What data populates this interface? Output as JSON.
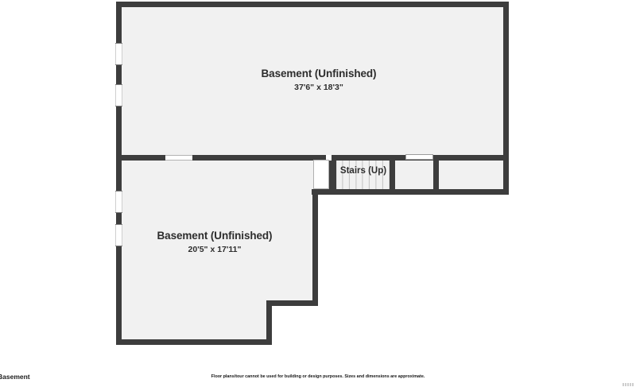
{
  "floorplan": {
    "rooms": [
      {
        "name": "Basement (Unfinished)",
        "dimensions": "37'6\" x 18'3\""
      },
      {
        "name": "Basement (Unfinished)",
        "dimensions": "20'5\" x 17'11\""
      },
      {
        "name": "Stairs (Up)"
      }
    ],
    "colors": {
      "wall": "#3d3d3d",
      "room_fill": "#f1f1f1",
      "label_text": "#2d2d2d",
      "background": "#ffffff"
    }
  },
  "footer": {
    "floor_label": "Basement",
    "disclaimer": "Floor plans/tour cannot be used for building or design purposes. Sizes and dimensions are approximate."
  }
}
